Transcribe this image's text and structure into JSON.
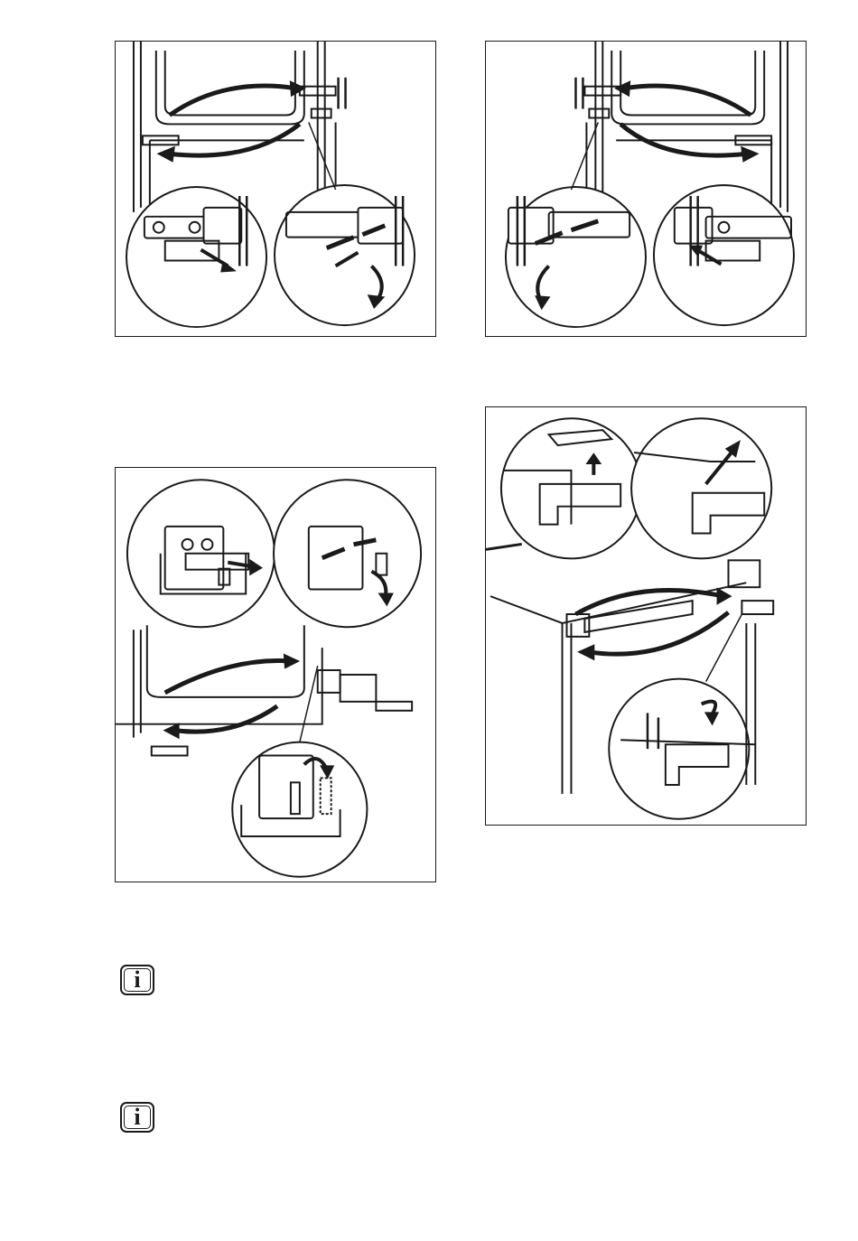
{
  "figures": [
    {
      "id": "fig-1",
      "kind": "upper-hinge-remove"
    },
    {
      "id": "fig-2",
      "kind": "upper-hinge-refit"
    },
    {
      "id": "fig-3",
      "kind": "lower-hinge-transfer"
    },
    {
      "id": "fig-4",
      "kind": "top-hinge-cover-transfer"
    }
  ],
  "notes": [
    {
      "icon": "info-icon",
      "glyph": "i"
    },
    {
      "icon": "info-icon",
      "glyph": "i"
    }
  ],
  "colors": {
    "line": "#1a1a1a",
    "background": "#ffffff"
  }
}
